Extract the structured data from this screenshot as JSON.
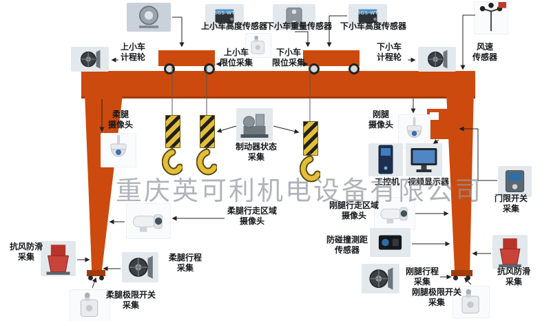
{
  "diagram": {
    "watermark": "重庆英可利机电设备有限公司",
    "labels": {
      "upper_trolley_height_sensor": "上小车高度传感器",
      "lower_trolley_weight_sensor": "下小车重量传感器",
      "lower_trolley_height_sensor": "下小车高度传感器",
      "upper_trolley_odometer": "上小车\n计程轮",
      "lower_trolley_odometer": "下小车\n计程轮",
      "wind_speed_sensor": "风速\n传感器",
      "upper_trolley_limit": "上小车\n限位采集",
      "lower_trolley_limit": "下小车\n限位采集",
      "flexible_leg_camera": "柔腿\n摄像头",
      "brake_status": "制动器状态\n采集",
      "rigid_leg_camera": "刚腿\n摄像头",
      "industrial_pc": "工控机",
      "video_display": "视频显示器",
      "door_limit_switch": "门限开关\n采集",
      "flexible_leg_area_camera": "柔腿行走区域\n摄像头",
      "rigid_leg_area_camera": "刚腿行走区域\n摄像头",
      "anti_collision_sensor": "防碰撞测距\n传感器",
      "anti_wind_skid_left": "抗风防滑\n采集",
      "flexible_leg_travel": "柔腿行程\n采集",
      "rigid_leg_travel": "刚腿行程\n采集",
      "anti_wind_skid_right": "抗风防滑\n采集",
      "flexible_leg_limit": "柔腿极限开关\n采集",
      "rigid_leg_limit": "刚腿极限开关\n采集"
    },
    "device_badges": {
      "sgs_model": "SGS-WT"
    },
    "colors": {
      "crane_orange": "#cc4a0e",
      "hook_yellow": "#e4be3a",
      "line": "#222222",
      "watermark_gray": "#8f959c"
    }
  }
}
